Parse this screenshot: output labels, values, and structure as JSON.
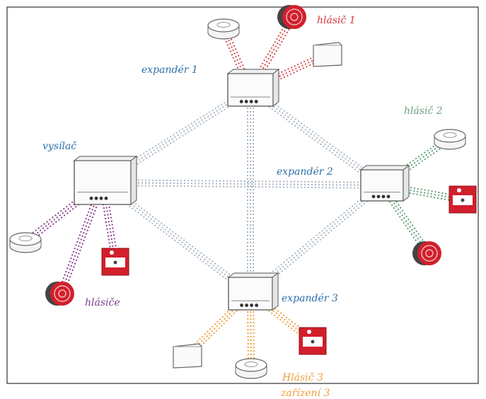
{
  "colors": {
    "frame": "#333333",
    "backbone": "#a9b6c4",
    "expander1_links": "#d54a4a",
    "expander2_links": "#5b9e72",
    "expander3_links": "#eea03c",
    "transmitter_links": "#8a3f8f",
    "label_blue": "#2b6fa8",
    "label_red": "#d9343b",
    "label_green": "#6aa17e",
    "label_purple": "#7d3f8c",
    "label_orange": "#eea03c",
    "device_red": "#d21f2c"
  },
  "labels": {
    "transmitter": "vysílač",
    "expander1": "expandér  1",
    "expander2": "expandér 2",
    "expander3": "expandér 3",
    "detector1": "hlásič  1",
    "detector2": "hlásič 2",
    "detectors": "hlásiče",
    "detector3": "Hlásič 3",
    "device3": "zařízení 3"
  },
  "icons": {
    "smoke_detector": "smoke-detector-icon",
    "manual_call_point": "manual-call-point-icon",
    "siren": "siren-icon",
    "module_box": "module-box-icon",
    "panel": "panel-icon"
  }
}
